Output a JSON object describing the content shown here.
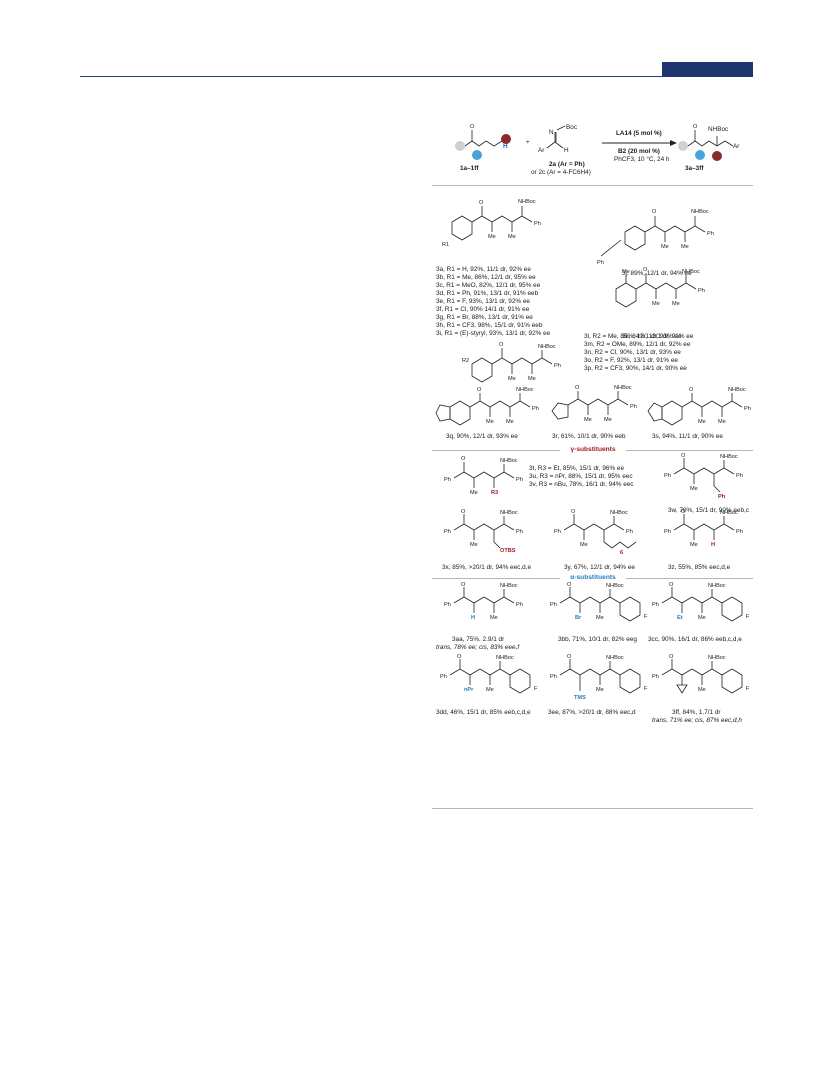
{
  "header": {
    "accent_color": "#1f3570",
    "rule_color": "#2a3f7a"
  },
  "scheme": {
    "reagent_plus": "+",
    "reagent_Boc": "Boc",
    "reagent_N": "N",
    "reagent_Ar": "Ar",
    "reagent_H": "H",
    "reagent_label_line1": "2a (Ar = Ph)",
    "reagent_label_line2": "or 2c (Ar = 4-FC6H4)",
    "start_label": "1a–1ff",
    "start_H": "H",
    "catalyst": "LA14 (5 mol %)",
    "cocatalyst": "B2 (20 mol %)",
    "conditions": "PhCF3, 10 °C, 24 h",
    "product_label": "3a–3ff",
    "product_NHBoc": "NHBoc",
    "product_Ar": "Ar"
  },
  "entries": {
    "e3a": "3a, R1 = H, 92%, 11/1 dr, 92% ee",
    "e3b": "3b, R1 = Me, 86%, 12/1 dr, 95% ee",
    "e3c": "3c, R1 = MeO, 82%, 12/1 dr, 95% ee",
    "e3d": "3d, R1 = Ph, 91%, 13/1 dr, 91% eeb",
    "e3e": "3e, R1 = F, 93%, 13/1 dr, 92% ee",
    "e3f": "3f, R1 = Cl, 90% 14/1 dr, 91% ee",
    "e3g": "3g, R1 = Br, 88%, 13/1 dr, 91% ee",
    "e3h": "3h, R1 = CF3, 98%, 15/1 dr, 91% eeb",
    "e3i": "3i, R1 = (E)-styryl, 93%, 13/1 dr, 92% ee",
    "e3j": "3j, 89%, 12/1 dr, 94% ee",
    "e3k": "3k, 84%, 13/1 dr, 91% ee",
    "e3l": "3l, R2 = Me, 85%, 12/1 dr, 93% ee",
    "e3m": "3m, R2 = OMe, 89%, 12/1 dr, 92% ee",
    "e3n": "3n, R2 = Cl, 90%, 13/1 dr, 93% ee",
    "e3o": "3o, R2 = F, 92%, 13/1 dr, 91% ee",
    "e3p": "3p, R2 = CF3, 90%, 14/1 dr, 90% ee",
    "e3q": "3q, 90%, 12/1 dr, 93% ee",
    "e3r": "3r, 61%, 10/1 dr, 90% eeb",
    "e3s": "3s, 94%, 11/1 dr, 90% ee",
    "e3t": "3t, R3 = Et, 85%, 15/1 dr, 96% ee",
    "e3u": "3u, R3 = nPr, 88%, 15/1 dr, 95% eec",
    "e3v": "3v, R3 = nBu, 78%, 16/1 dr, 94% eec",
    "e3w": "3w, 70%, 15/1 dr, 90% eeb,c",
    "e3x": "3x, 85%, >20/1 dr, 94% eec,d,e",
    "e3y": "3y, 67%, 12/1 dr, 94% ee",
    "e3z": "3z, 55%, 85% eec,d,e",
    "e3aa_1": "3aa, 75%, 2.9/1 dr",
    "e3aa_2": "trans, 78% ee; cis, 83% eee,f",
    "e3bb": "3bb, 71%, 10/1 dr, 82% eeg",
    "e3cc": "3cc, 90%, 16/1 dr, 86% eeb,c,d,e",
    "e3dd": "3dd, 46%, 15/1 dr, 85% eeb,c,d,e",
    "e3ee": "3ee, 87%, >20/1 dr, 88% eec,d",
    "e3ff_1": "3ff, 84%, 1.7/1 dr",
    "e3ff_2": "trans, 71% ee; cis, 87% eec,d,h"
  },
  "sections": {
    "gamma": "γ-substituents",
    "alpha": "α-substituents",
    "gamma_color": "#a01b1b",
    "alpha_color": "#1f7fb8"
  },
  "structure_labels": {
    "NHBoc": "NHBoc",
    "Ph": "Ph",
    "Me": "Me",
    "R1": "R1",
    "R2": "R2",
    "R3": "R3",
    "OTBS": "OTBS",
    "H": "H",
    "Br": "Br",
    "Et": "Et",
    "nPr": "nPr",
    "TMS": "TMS",
    "F": "F",
    "O": "O"
  }
}
